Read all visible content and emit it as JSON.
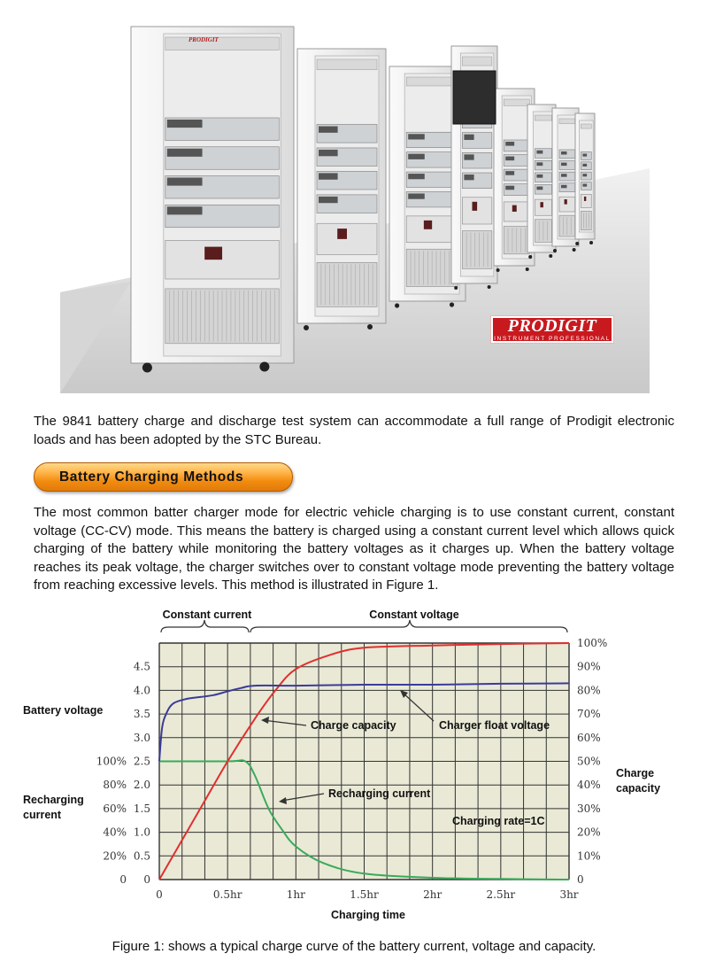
{
  "brand": {
    "logo": "PRODIGIT",
    "logo_sub": "INSTRUMENT PROFESSIONAL",
    "panel_label": "PRODIGIT"
  },
  "intro_text": "The 9841 battery charge and discharge test system can accommodate a full range of Prodigit electronic loads and has been adopted by the STC Bureau.",
  "section_title": "Battery Charging Methods",
  "methods_text": "The most common batter charger mode for electric vehicle charging is to use constant current, constant voltage (CC-CV) mode. This means the battery is charged using a constant current level which allows quick charging of the battery while monitoring the battery voltages as it charges up. When the battery voltage reaches its peak voltage, the charger switches over to constant voltage mode preventing the battery voltage from reaching excessive levels.  This method is illustrated in Figure 1.",
  "caption": "Figure 1: shows a typical charge curve of the battery current, voltage and capacity.",
  "colors": {
    "voltage": "#3b3b9a",
    "capacity": "#e0302e",
    "current": "#3aaa5a",
    "plot_bg": "#e9e9d6",
    "badge": "#f28c0f"
  },
  "chart_data": {
    "type": "line",
    "xlabel": "Charging time",
    "x_ticks": [
      "0",
      "0.5hr",
      "1hr",
      "1.5hr",
      "2hr",
      "2.5hr",
      "3hr"
    ],
    "xlim": [
      0,
      3
    ],
    "voltage_axis": {
      "label": "Battery voltage",
      "ticks": [
        "2.5",
        "3.0",
        "3.5",
        "4.0",
        "4.5"
      ],
      "range": [
        0,
        5
      ]
    },
    "voltage_secondary_ticks": [
      "0",
      "0.5",
      "1.0",
      "1.5",
      "2.0"
    ],
    "current_axis": {
      "label": "Recharging current",
      "ticks": [
        "0",
        "20%",
        "40%",
        "60%",
        "80%",
        "100%"
      ]
    },
    "capacity_axis": {
      "label": "Charge capacity",
      "ticks": [
        "0",
        "10%",
        "20%",
        "30%",
        "40%",
        "50%",
        "60%",
        "70%",
        "80%",
        "90%",
        "100%"
      ],
      "range": [
        0,
        100
      ]
    },
    "phase_labels": {
      "cc": "Constant current",
      "cv": "Constant voltage"
    },
    "annotations": {
      "capacity": "Charge capacity",
      "float": "Charger float voltage",
      "current": "Recharging current",
      "rate": "Charging rate=1C"
    },
    "series": [
      {
        "name": "Battery voltage",
        "x": [
          0,
          0.02,
          0.05,
          0.1,
          0.2,
          0.3,
          0.4,
          0.5,
          0.6,
          0.7,
          1.0,
          1.5,
          2.0,
          2.5,
          3.0
        ],
        "y": [
          2.5,
          3.2,
          3.5,
          3.72,
          3.82,
          3.86,
          3.9,
          3.98,
          4.05,
          4.1,
          4.1,
          4.12,
          4.12,
          4.14,
          4.15
        ]
      },
      {
        "name": "Charge capacity",
        "x": [
          0,
          0.3,
          0.5,
          0.7,
          0.85,
          1.0,
          1.25,
          1.5,
          2.0,
          2.5,
          3.0
        ],
        "y": [
          0,
          30,
          50,
          68,
          80,
          89,
          95,
          98,
          99,
          99.6,
          100
        ]
      },
      {
        "name": "Recharging current",
        "x": [
          0,
          0.5,
          0.63,
          0.7,
          0.8,
          0.9,
          1.0,
          1.2,
          1.5,
          2.0,
          2.5,
          3.0
        ],
        "y": [
          100,
          100,
          100,
          88,
          60,
          42,
          28,
          14,
          5,
          1.5,
          0.5,
          0
        ]
      }
    ]
  }
}
